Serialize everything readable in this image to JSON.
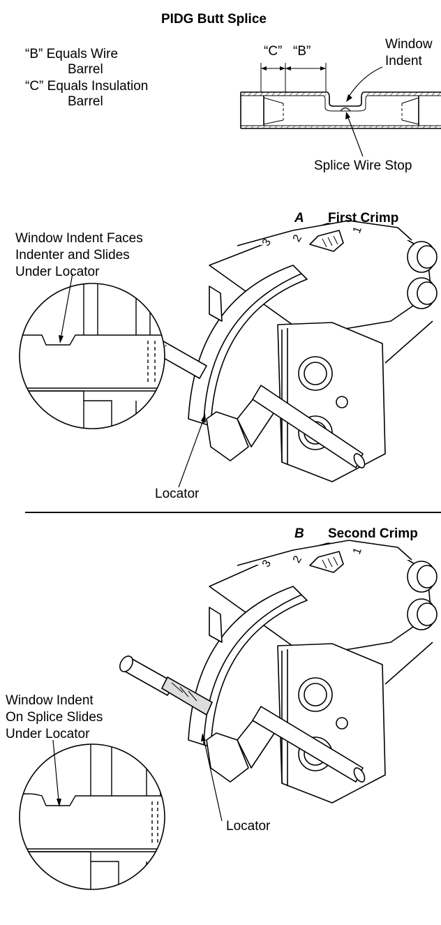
{
  "title": "PIDG Butt Splice",
  "legend": {
    "b_def_line1": "“B”  Equals Wire",
    "b_def_line2": "Barrel",
    "c_def_line1": "“C”  Equals Insulation",
    "c_def_line2": "Barrel"
  },
  "splice": {
    "dim_c": "“C”",
    "dim_b": "“B”",
    "window_line1": "Window",
    "window_line2": "Indent",
    "wire_stop": "Splice Wire Stop"
  },
  "section_a": {
    "letter": "A",
    "heading": "First Crimp",
    "note_line1": "Window Indent Faces",
    "note_line2": "Indenter and Slides",
    "note_line3": "Under Locator",
    "locator": "Locator"
  },
  "section_b": {
    "letter": "B",
    "heading": "Second Crimp",
    "note_line1": "Window Indent",
    "note_line2": "On Splice Slides",
    "note_line3": "Under Locator",
    "locator": "Locator"
  },
  "tool_marks": {
    "m3": "3",
    "m2": "2",
    "m1": "1"
  }
}
